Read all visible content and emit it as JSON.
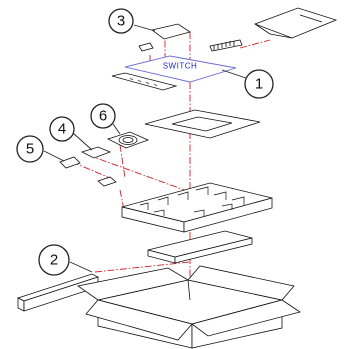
{
  "diagram": {
    "callouts": [
      {
        "id": "c1",
        "number": "1"
      },
      {
        "id": "c2",
        "number": "2"
      },
      {
        "id": "c3",
        "number": "3"
      },
      {
        "id": "c4",
        "number": "4"
      },
      {
        "id": "c5",
        "number": "5"
      },
      {
        "id": "c6",
        "number": "6"
      }
    ],
    "device_label": "SWITCH",
    "colors": {
      "assembly_axis": "#d21f2a",
      "device_label_text": "#1f2bd0",
      "device_outline": "#6b6bd6",
      "line_art": "#111111"
    }
  }
}
